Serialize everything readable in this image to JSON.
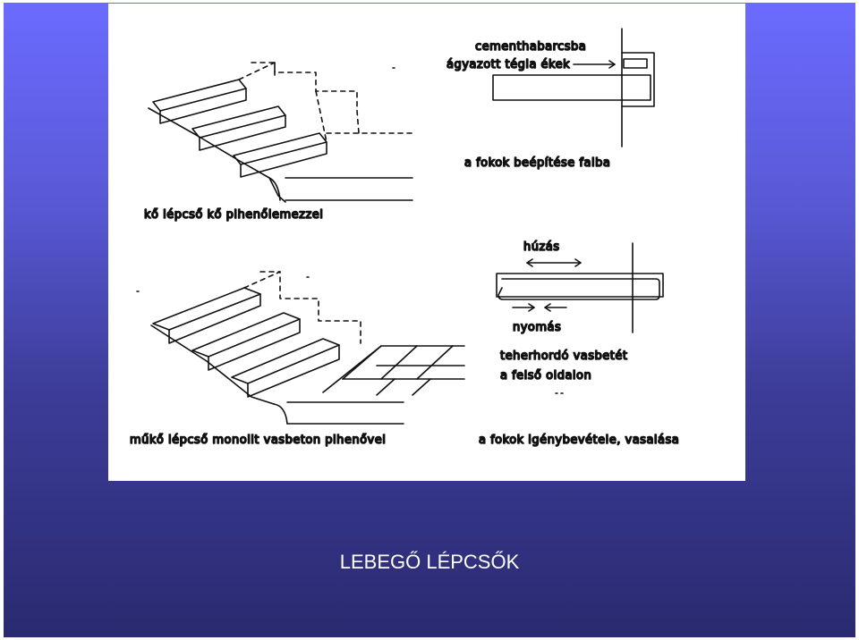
{
  "slide": {
    "title": "LEBEGŐ LÉPCSŐK"
  },
  "figure": {
    "top_right": {
      "label_line1": "cementhabarcsba",
      "label_line2": "ágyazott tégla ékek",
      "caption": "a fokok beépítése falba"
    },
    "top_left": {
      "caption": "kő lépcső kő pihenőlemezzel"
    },
    "bottom_right": {
      "tension_label": "húzás",
      "compression_label": "nyomás",
      "note_line1": "teherhordó vasbetét",
      "note_line2": "a felső oldalon",
      "caption": "a fokok igénybevétele, vasalása"
    },
    "bottom_left": {
      "caption": "műkő lépcső monolit vasbeton pihenővel"
    }
  }
}
